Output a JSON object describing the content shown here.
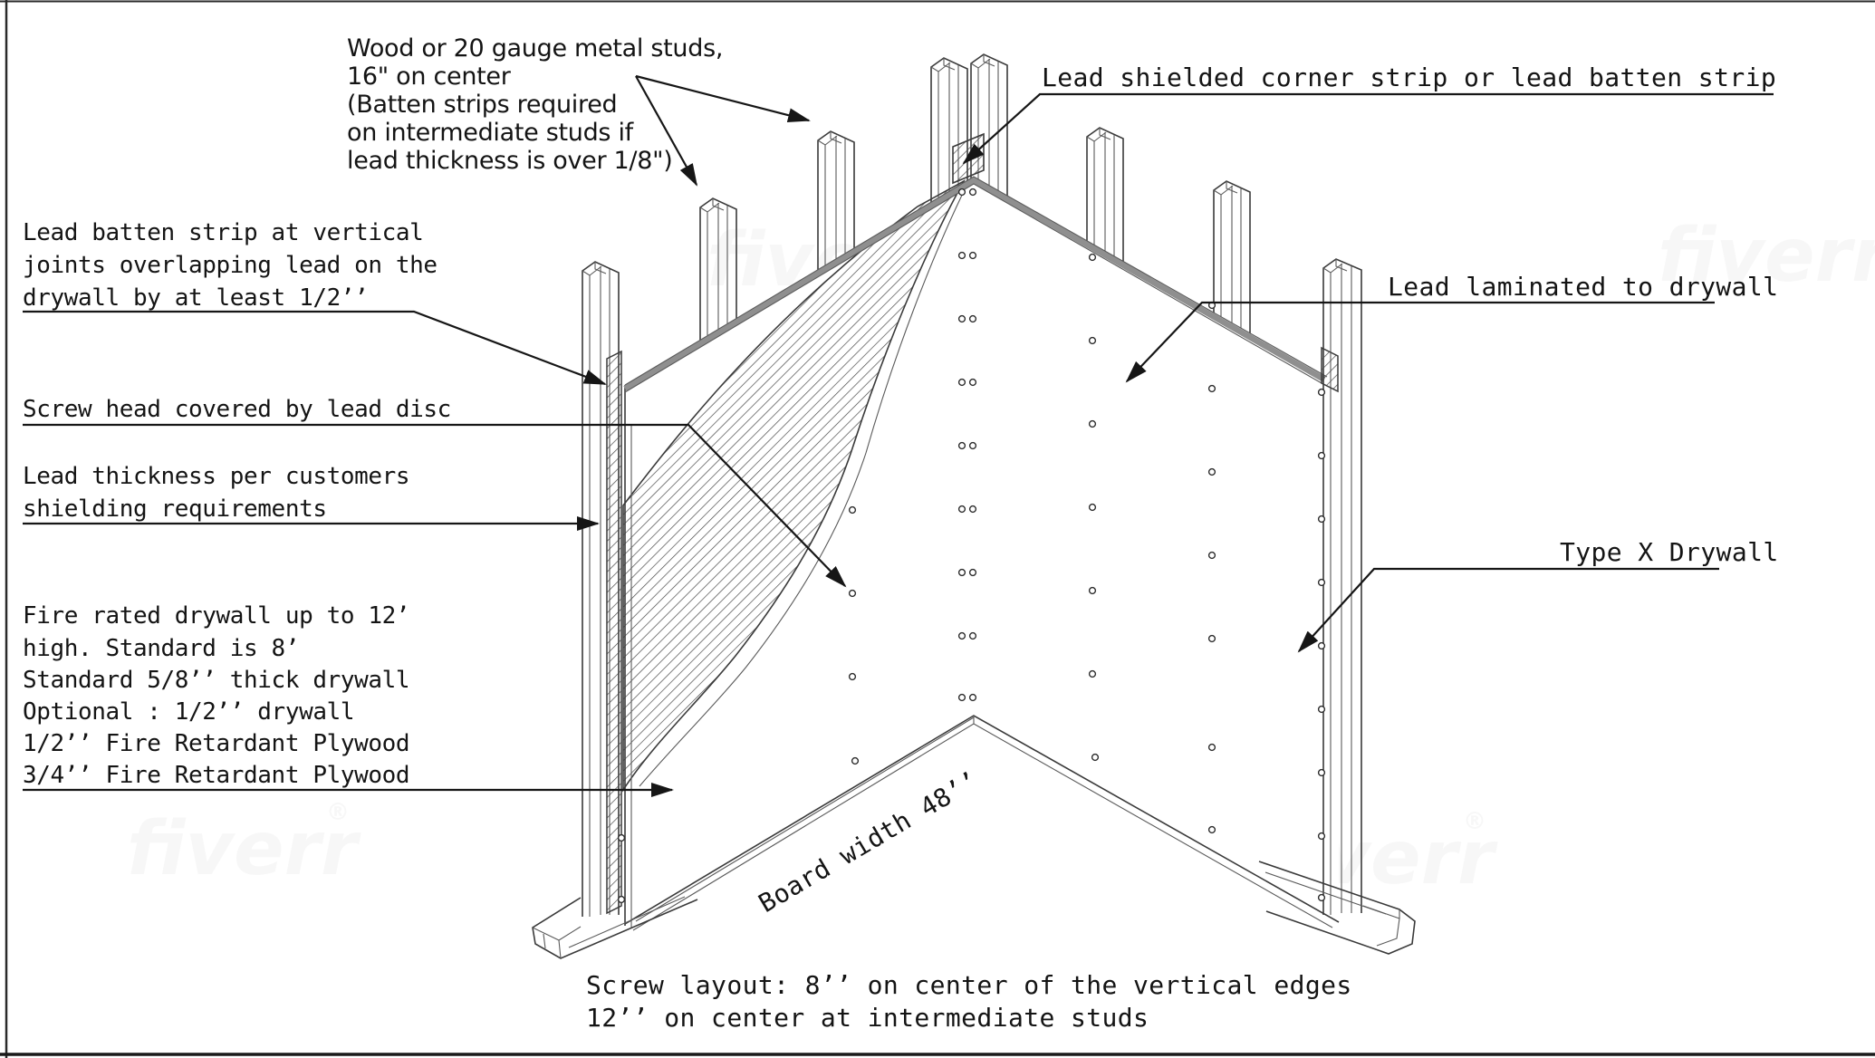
{
  "annotations": {
    "studs_note": {
      "lines": [
        "Wood or 20 gauge metal studs,",
        "16\" on center",
        "(Batten strips required",
        "on intermediate studs if",
        "lead thickness is over 1/8\")"
      ]
    },
    "corner_strip": "Lead shielded corner strip or lead batten strip",
    "batten": {
      "lines": [
        "Lead batten strip at vertical",
        "joints overlapping lead on the",
        "drywall by at least 1/2’’"
      ]
    },
    "screw_head": "Screw head covered by lead disc",
    "lead_thickness": {
      "lines": [
        "Lead thickness per customers",
        "shielding requirements"
      ]
    },
    "fire_rated": {
      "lines": [
        "Fire rated drywall up to 12’",
        "high. Standard is 8’",
        "Standard 5/8’’ thick drywall",
        "Optional : 1/2’’ drywall",
        "1/2’’ Fire Retardant Plywood",
        "3/4’’ Fire Retardant Plywood"
      ]
    },
    "lead_laminated": "Lead laminated to drywall",
    "type_x": "Type X Drywall",
    "board_width": "Board width 48’’",
    "screw_layout": {
      "lines": [
        "Screw layout: 8’’ on center of the vertical edges",
        "12’’ on center at intermediate studs"
      ]
    }
  },
  "watermark": {
    "text": "fiverr",
    "registered": "®"
  },
  "colors": {
    "line": "#3a3a3a",
    "hatch": "#4a4a4a",
    "edge_gray": "#8f8f8f",
    "text": "#141414",
    "background": "#ffffff"
  }
}
